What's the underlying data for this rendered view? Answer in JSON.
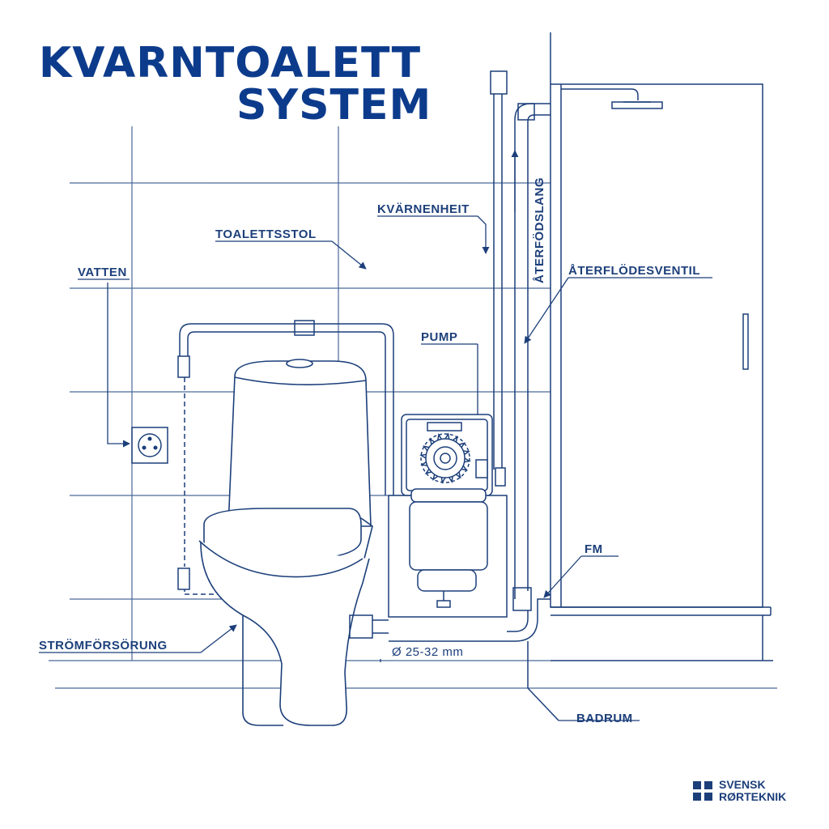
{
  "title": {
    "line1": "KVARNTOALETT",
    "line2": "SYSTEM"
  },
  "labels": {
    "vatten": "VATTEN",
    "toalettsstol": "TOALETTSSTOL",
    "kvarnenheit": "KVÄRNENHEIT",
    "aterflodslang": "ÅTERFÖDSLANG",
    "aterflodesventil": "ÅTERFLÖDESVENTIL",
    "pump": "PUMP",
    "fm": "FM",
    "stromforsorung": "STRÖMFÖRSÖRUNG",
    "dimension": "Ø 25-32 mm",
    "badrum": "BADRUM"
  },
  "brand": {
    "line1": "SVENSK",
    "line2": "RØRTEKNIK"
  },
  "colors": {
    "title": "#0d3b8c",
    "line": "#1c3f7a",
    "grid": "#2b4f88"
  }
}
